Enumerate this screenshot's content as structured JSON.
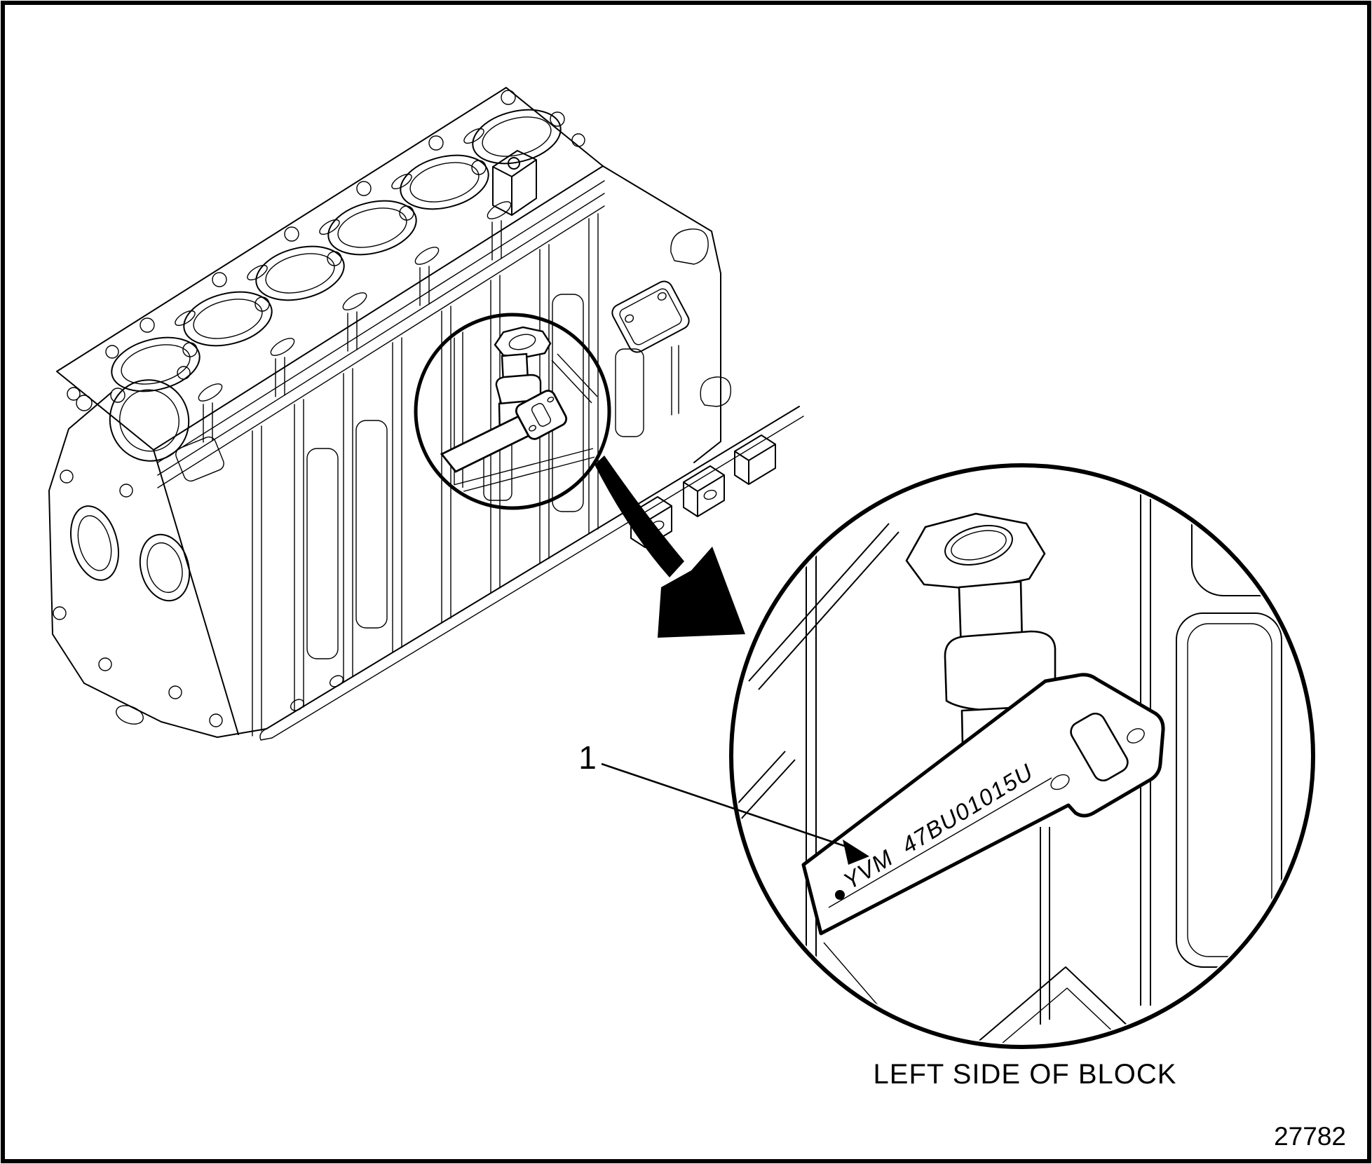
{
  "figure": {
    "callout": {
      "number": "1"
    },
    "stamp": {
      "serial_number": "YVM  47BU01015U"
    },
    "caption": "LEFT SIDE OF BLOCK",
    "figure_number": "27782"
  },
  "colors": {
    "ink": "#000000",
    "paper": "#ffffff"
  }
}
